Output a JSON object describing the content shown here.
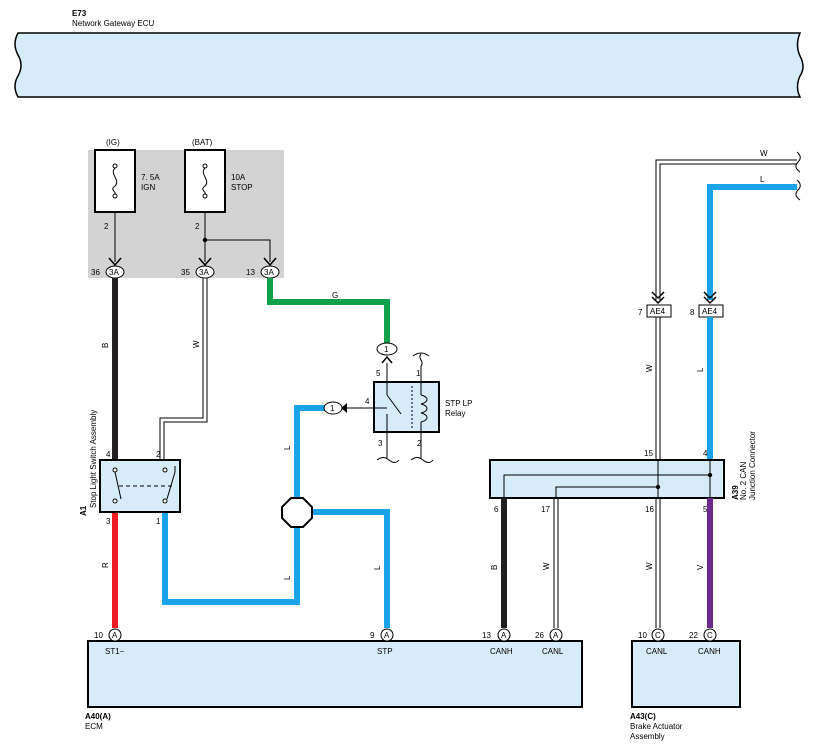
{
  "gateway": {
    "code": "E73",
    "name": "Network Gateway ECU"
  },
  "fuse_panel": {
    "ig_fuse": {
      "source": "(IG)",
      "rating": "7. 5A",
      "name": "IGN",
      "pin": "2"
    },
    "bat_fuse": {
      "source": "(BAT)",
      "rating": "10A",
      "name": "STOP",
      "pin": "2"
    },
    "terminals": [
      {
        "pin": "36",
        "connector": "3A"
      },
      {
        "pin": "35",
        "connector": "3A"
      },
      {
        "pin": "13",
        "connector": "3A"
      }
    ]
  },
  "relay": {
    "name_line1": "STP LP",
    "name_line2": "Relay",
    "pins": {
      "p5": "5",
      "p1": "1",
      "p4": "4",
      "p3": "3",
      "p2": "2"
    },
    "connector": "1",
    "connector2": "1"
  },
  "stop_switch": {
    "code": "A1",
    "name": "Stop Light Switch Assembly",
    "pins": {
      "p4": "4",
      "p2": "2",
      "p3": "3",
      "p1": "1"
    }
  },
  "junction": {
    "code": "A39",
    "name_line1": "No. 2 CAN",
    "name_line2": "Junction Connector",
    "pins": {
      "p15": "15",
      "p4": "4",
      "p6": "6",
      "p17": "17",
      "p16": "16",
      "p5": "5"
    },
    "ae_left": {
      "pin": "7",
      "connector": "AE4"
    },
    "ae_right": {
      "pin": "8",
      "connector": "AE4"
    }
  },
  "ecm": {
    "code": "A40(A)",
    "name": "ECM",
    "terminals": [
      {
        "pin": "10",
        "connector": "A",
        "label": "ST1−"
      },
      {
        "pin": "9",
        "connector": "A",
        "label": "STP"
      },
      {
        "pin": "13",
        "connector": "A",
        "label": "CANH"
      },
      {
        "pin": "26",
        "connector": "A",
        "label": "CANL"
      }
    ]
  },
  "brake_actuator": {
    "code": "A43(C)",
    "name_line1": "Brake Actuator",
    "name_line2": "Assembly",
    "terminals": [
      {
        "pin": "10",
        "connector": "C",
        "label": "CANL"
      },
      {
        "pin": "22",
        "connector": "C",
        "label": "CANH"
      }
    ]
  },
  "wire_colors": {
    "G": "G",
    "W_left": "W",
    "B_left": "B",
    "R": "R",
    "L_upper": "L",
    "L_lower": "L",
    "L_right": "L",
    "B_can": "B",
    "W_can": "W",
    "W_ae": "W",
    "L_ae": "L",
    "W_junction": "W",
    "V": "V",
    "W_top": "W",
    "L_top": "L"
  },
  "colors": {
    "fill_blue": "#d6ecf8",
    "panel_gray": "#d3d3d3",
    "wire_black": "#231f20",
    "wire_red": "#ec1c24",
    "wire_blue": "#1aa3e8",
    "wire_green": "#12a14b",
    "wire_violet": "#6b2a8c"
  }
}
